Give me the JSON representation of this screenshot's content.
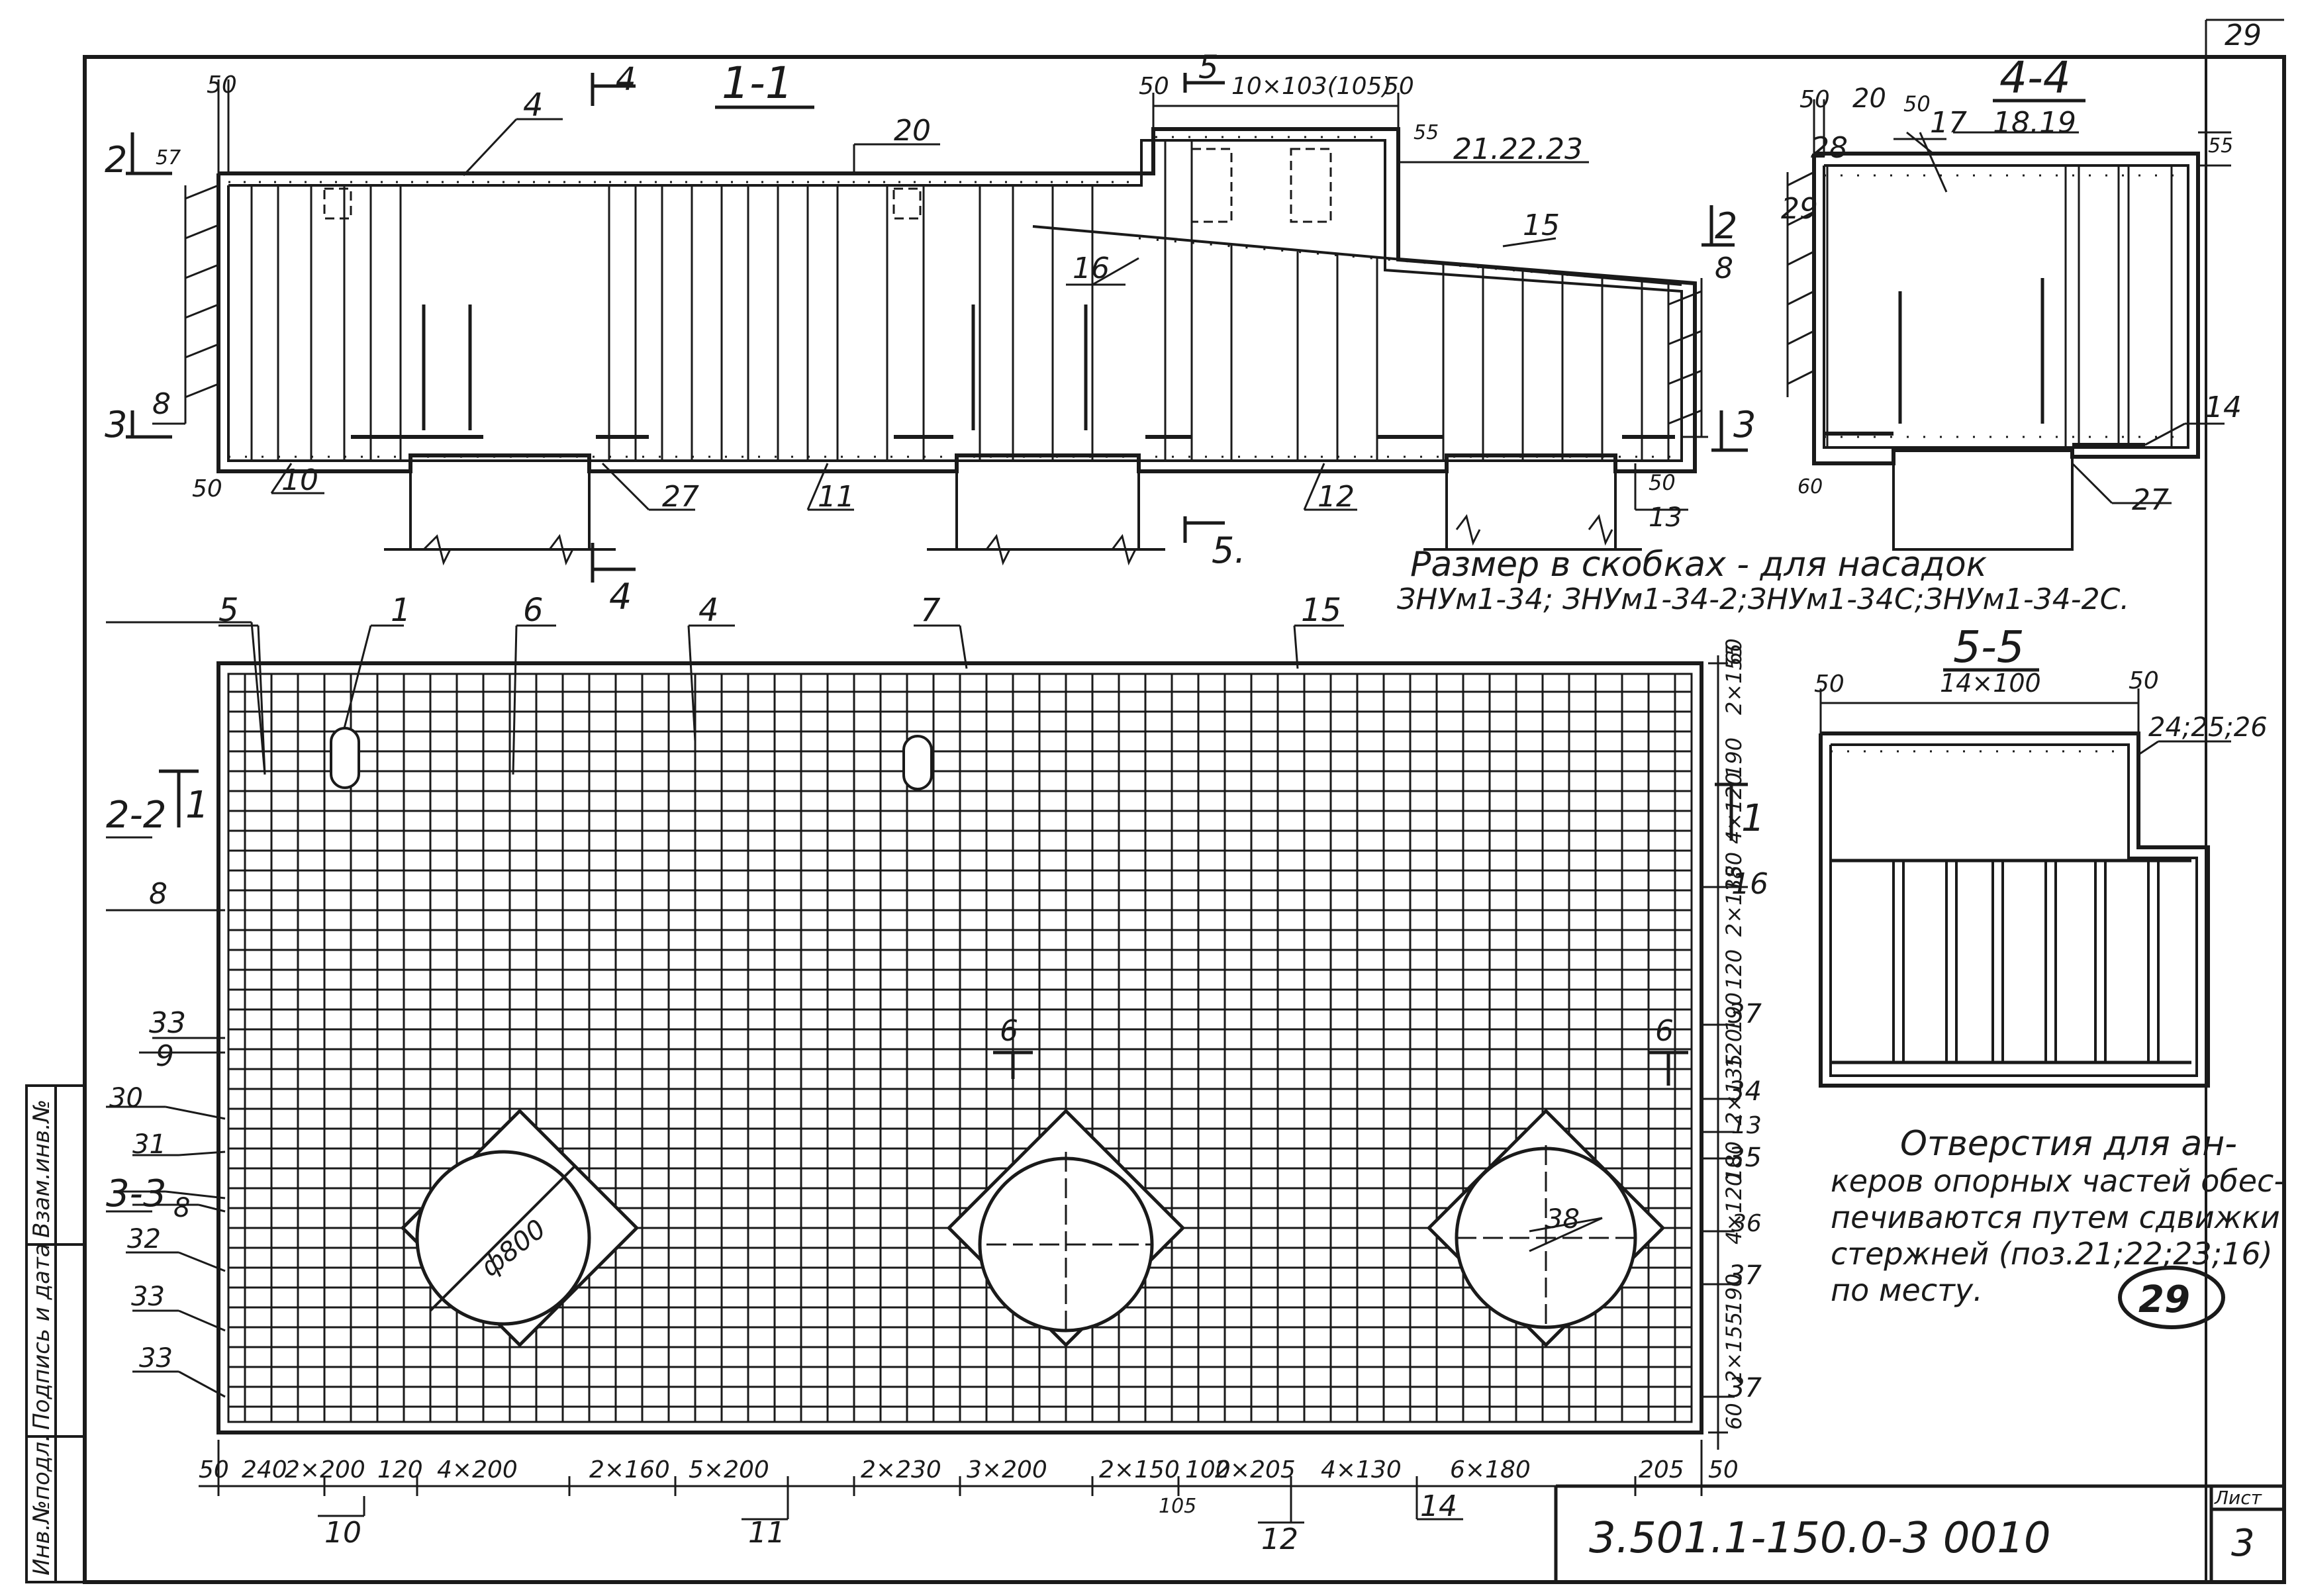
{
  "page_number": "29",
  "stamp_number": "29",
  "sections": {
    "s11": "1-1",
    "s44": "4-4",
    "s55": "5-5",
    "s22": "2-2",
    "s33": "3-3"
  },
  "section_marks": {
    "m4": "4",
    "m5": "5",
    "m2": "2",
    "m3": "3",
    "m1": "1",
    "m6": "6",
    "m5b": "5.",
    "m4b": "4"
  },
  "dims_top": {
    "d50a": "50",
    "d50b": "50",
    "d10x103": "10×103(105)",
    "d50c": "50",
    "d57": "57",
    "d55": "55",
    "d50d": "50",
    "d20": "20",
    "d50e": "50",
    "d50f": "50",
    "d50g": "50",
    "d55b": "55",
    "d60": "60"
  },
  "positions_top": {
    "p4": "4",
    "p20": "20",
    "p21": "21.22.23",
    "p15": "15",
    "p16": "16",
    "p8a": "8",
    "p8b": "8",
    "p10": "10",
    "p27a": "27",
    "p11": "11",
    "p12": "12",
    "p13": "13",
    "p28": "28",
    "p29": "29",
    "p17": "17",
    "p1819": "18.19",
    "p14": "14",
    "p27b": "27"
  },
  "note_brackets": {
    "line1": "Размер в скобках - для насадок",
    "line2": "ЗНУм1-34; ЗНУм1-34-2;ЗНУм1-34С;ЗНУм1-34-2С."
  },
  "section55": {
    "dim_14x100": "14×100",
    "d50a": "50",
    "d50b": "50",
    "pos": "24;25;26"
  },
  "plan_positions": {
    "p5": "5",
    "p1": "1",
    "p6": "6",
    "p4": "4",
    "p7": "7",
    "p15": "15",
    "p8a": "8",
    "p16": "16",
    "p33a": "33",
    "p9": "9",
    "p30": "30",
    "p31": "31",
    "p8b": "8",
    "p32": "32",
    "p33b": "33",
    "p33c": "33",
    "p37a": "37",
    "p34": "34",
    "p13": "13",
    "p35": "35",
    "p36": "36",
    "p37b": "37",
    "p37c": "37",
    "p38": "38",
    "p10": "10",
    "p11": "11",
    "p12": "12",
    "p14": "14",
    "d105": "105",
    "phi": "ф800"
  },
  "plan_dims_bottom": [
    "50",
    "240",
    "2×200",
    "120",
    "4×200",
    "2×160",
    "5×200",
    "2×230",
    "3×200",
    "2×150",
    "100",
    "2×205",
    "4×130",
    "6×180",
    "205",
    "50"
  ],
  "plan_dims_right": [
    "60",
    "2×155",
    "190",
    "4×120",
    "180",
    "2×135",
    "120",
    "190",
    "120",
    "2×135",
    "180",
    "4×120",
    "190",
    "2×155",
    "60"
  ],
  "note_holes": {
    "line1": "Отверстия  для ан-",
    "line2": "керов опорных частей обес-",
    "line3": "печиваются путем сдвижки",
    "line4": "стержней (поз.21;22;23;16)",
    "line5": "по месту."
  },
  "side_stamp": {
    "c1": "Инв.№подл.",
    "c2": "Подпись и дата",
    "c3": "Взам.инв.№"
  },
  "title_block": {
    "code": "3.501.1-150.0-3 0010",
    "sheet_label": "Лист",
    "sheet_num": "3"
  }
}
